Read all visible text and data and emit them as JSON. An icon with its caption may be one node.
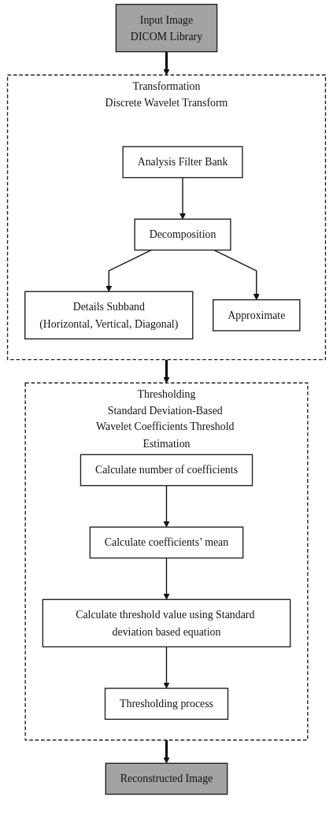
{
  "diagram": {
    "nodes": [
      {
        "text": [
          "Input Image",
          "DICOM Library"
        ]
      },
      {
        "text": [
          "Transformation",
          "Discrete Wavelet Transform"
        ]
      },
      {
        "text": [
          "Analysis Filter Bank"
        ],
        "in": 1
      },
      {
        "text": [
          "Decomposition"
        ],
        "in": 1
      },
      {
        "text": [
          "Details Subband",
          "(Horizontal, Vertical, Diagonal)"
        ],
        "in": 1
      },
      {
        "text": [
          "Approximate"
        ],
        "in": 1
      },
      {
        "text": [
          "Thresholding",
          "Standard Deviation-Based Wavelet Coefficients Threshold Estimation"
        ]
      },
      {
        "text": [
          "Calculate number of coefficients"
        ],
        "in": 6
      },
      {
        "text": [
          "Calculate coefficients’ mean"
        ],
        "in": 6
      },
      {
        "text": [
          "Calculate threshold value using Standard deviation based equation"
        ],
        "in": 6
      },
      {
        "text": [
          "Thresholding process"
        ],
        "in": 6
      },
      {
        "text": [
          "Reconstructed Image"
        ]
      }
    ],
    "edges": [
      {
        "from": 0,
        "to": 1,
        "arrow": "to",
        "style": "thick"
      },
      {
        "from": 2,
        "to": 3,
        "arrow": "to"
      },
      {
        "from": 3,
        "to": 4,
        "arrow": "to"
      },
      {
        "from": 3,
        "to": 5,
        "arrow": "to"
      },
      {
        "from": 1,
        "to": 6,
        "arrow": "to",
        "style": "thick"
      },
      {
        "from": 7,
        "to": 8,
        "arrow": "to"
      },
      {
        "from": 8,
        "to": 9,
        "arrow": "to"
      },
      {
        "from": 9,
        "to": 10,
        "arrow": "to"
      },
      {
        "from": 6,
        "to": 11,
        "arrow": "to",
        "style": "thick"
      }
    ]
  }
}
